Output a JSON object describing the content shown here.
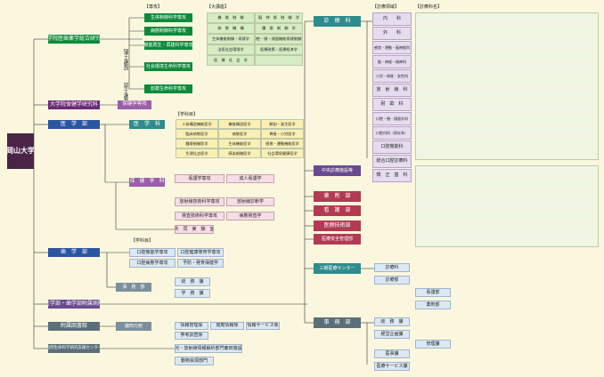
{
  "root": "岡山大学",
  "level1": [
    "大学院医歯薬学総合研究科",
    "大学院保健学研究科",
    "医　学　部",
    "歯　学　部",
    "医学部・歯学部附属病院",
    "附属図書館",
    "自然生命科学研究支援センター"
  ],
  "gs": {
    "header_major": "【専攻】",
    "header_course": "【大講座】",
    "majors": [
      "生体制御科学専攻",
      "病態制御科学専攻",
      "機能再生・再建科学専攻",
      "社会環境生命科学専攻",
      "創薬生命科学専攻"
    ],
    "side_doc": "【博士課程】",
    "side_master": "【修士課程】",
    "courses": [
      [
        "機　能　制　御",
        "脳　神　経　制　御　学"
      ],
      [
        "病　態　機　構",
        "腫　瘍　制　御　学"
      ],
      [
        "生体機能制御・再建学",
        "口腔・顎・顔面機能再建制御学"
      ],
      [
        "法医社会環境学",
        "医療政策・医療経済学"
      ],
      [
        "医　療　社　会　学",
        ""
      ]
    ]
  },
  "hs": {
    "label": "保健学専攻"
  },
  "med": {
    "school": "医　学　科",
    "dept_header": "【学科目】",
    "subjects": [
      [
        "人体構造機能医学",
        "機能構造医学",
        "解剖・発生医学"
      ],
      [
        "臨床病態医学",
        "病態医学",
        "脊椎・小児医学"
      ],
      [
        "腫瘍制御医学",
        "生体機能医学",
        "感覚・運動機能医学"
      ],
      [
        "生理社会医学",
        "感染制御医学",
        "社会環境健康医学"
      ]
    ],
    "health": "保　健　学　科",
    "health_items": [
      [
        "看護学専攻",
        "成人看護学"
      ],
      [
        "放射線技術科学専攻",
        "放射線診断学"
      ],
      [
        "検査技術科学専攻",
        "病態検査学"
      ]
    ],
    "common": "共　同　実　験　室"
  },
  "dent": {
    "header": "【学科目】",
    "items": [
      "口腔機能学専攻",
      "口腔病態学専攻",
      "口腔健康発育学専攻",
      "予防・発育保健学"
    ],
    "office": "事　務　部",
    "office_items": [
      "総　務　課",
      "学　務　課"
    ]
  },
  "library": {
    "branch": "鹿田分館",
    "items": [
      "情報管理係",
      "閲覧情報係",
      "情報サービス係",
      "参考調査係"
    ]
  },
  "center": {
    "items": [
      "光・放射線情報解析部門鹿田施設",
      "動物資源部門"
    ]
  },
  "hospital": {
    "clinical": "診　療　科",
    "clinical_header": "【診療領域】",
    "clinical_header2": "【診療科名】",
    "areas": [
      "内　　科",
      "外　　科",
      "感覚・運動・脳神経科",
      "脳・神経・精神科",
      "小児・周産・女性科",
      "放　射　線　科",
      "耐　酔　科",
      "口腔・顎・顔面外科",
      "口腔内科（保存系）",
      "口腔機能科",
      "総合口腔診療科",
      "矯　正　歯　科"
    ],
    "central": "中央診療施設等",
    "items_right": [
      "薬　剤　部",
      "看　護　部",
      "医療技術部",
      "医療安全管理部",
      "三朝医療センター",
      "事　務　部"
    ],
    "misaki": [
      "診療科",
      "診療部",
      "看護部",
      "薬剤部"
    ],
    "office_items": [
      "総　務　課",
      "経営企画課",
      "管理課",
      "医事課",
      "医療サービス課"
    ]
  }
}
